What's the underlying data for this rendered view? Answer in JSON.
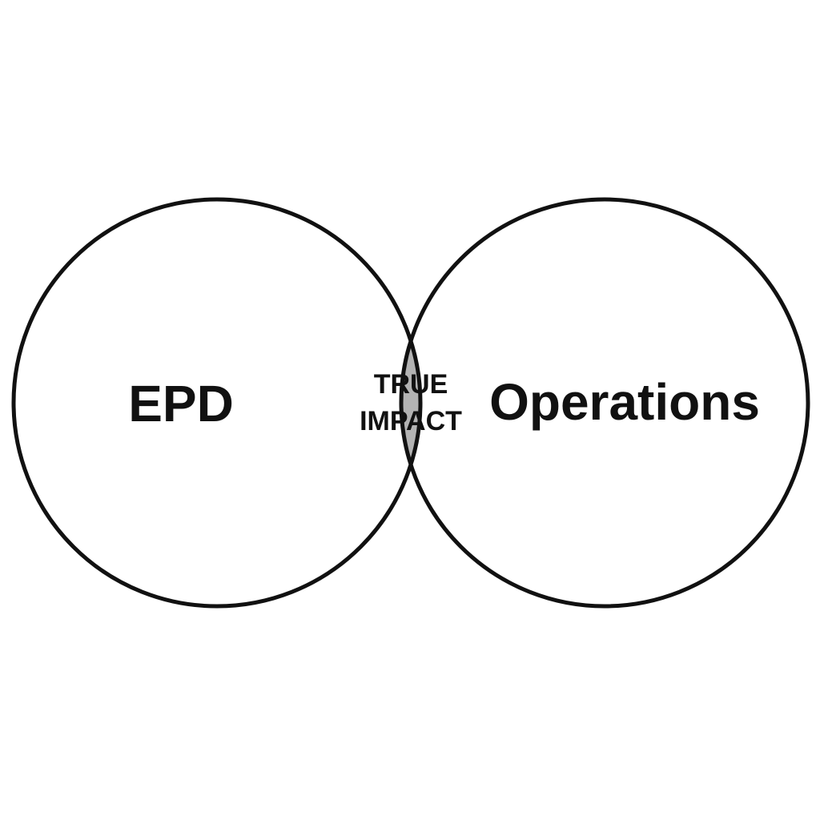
{
  "diagram": {
    "type": "venn",
    "left_set": {
      "label": "EPD"
    },
    "right_set": {
      "label": "Operations"
    },
    "intersection": {
      "line1": "TRUE",
      "line2": "IMPACT"
    }
  },
  "colors": {
    "outline": "#111111",
    "intersection_fill": "#b3b3b3",
    "background": "#ffffff"
  }
}
